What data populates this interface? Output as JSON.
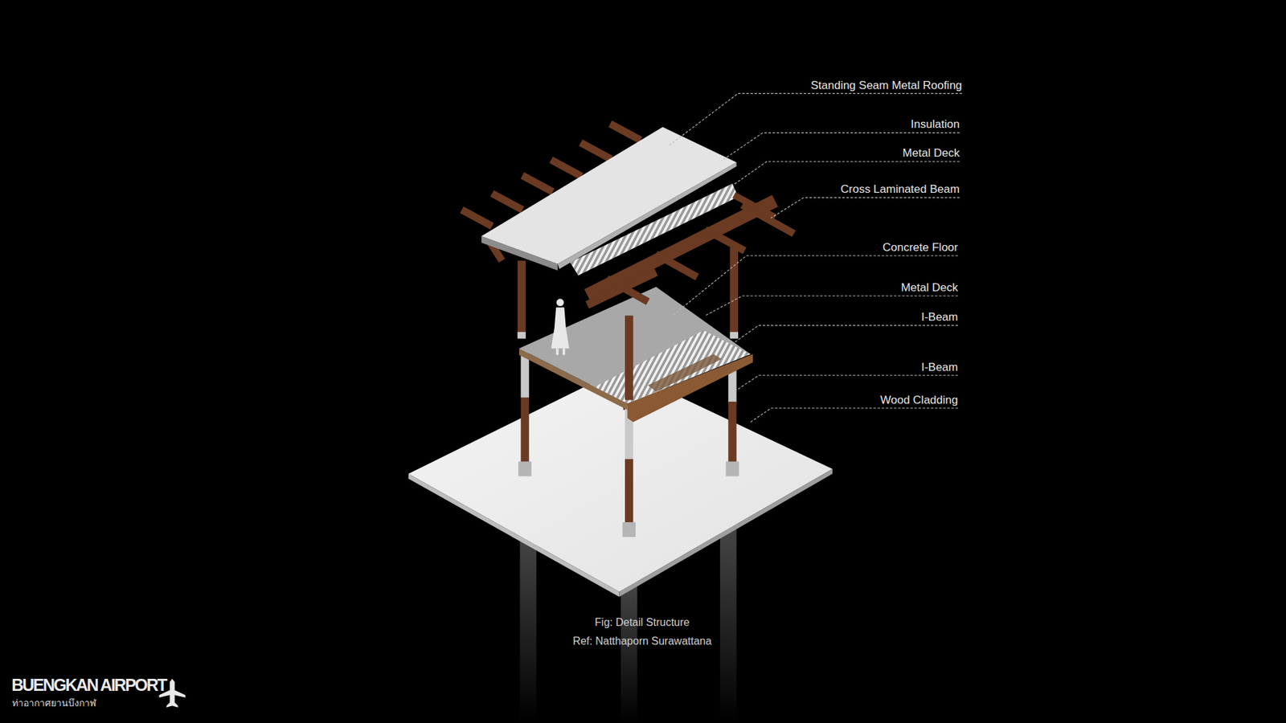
{
  "diagram": {
    "title": "BUENGKAN AIRPORT",
    "caption": "Fig: Detail Structure",
    "labels": [
      "Standing Seam Metal Roofing",
      "Insulation",
      "Metal Deck",
      "Cross Laminated Beam",
      "Concrete Floor",
      "Metal Deck",
      "I-Beam",
      "I-Beam",
      "Wood Cladding",
      "Ref: Natthaporn Surawattana",
      "ท่าอากาศยานบึงกาฬ"
    ]
  }
}
